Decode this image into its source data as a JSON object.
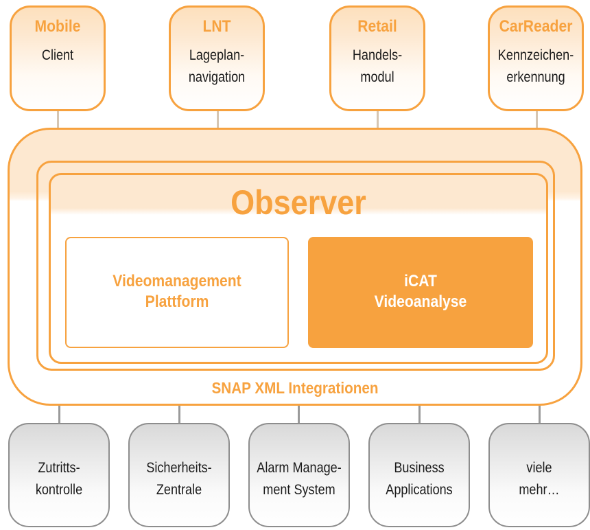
{
  "top_modules": [
    {
      "title": "Mobile",
      "line1": "Client",
      "line2": ""
    },
    {
      "title": "LNT",
      "line1": "Lageplan-",
      "line2": "navigation"
    },
    {
      "title": "Retail",
      "line1": "Handels-",
      "line2": "modul"
    },
    {
      "title": "CarReader",
      "line1": "Kennzeichen-",
      "line2": "erkennung"
    }
  ],
  "core": {
    "title": "Observer",
    "videomanagement": {
      "line1": "Videomanagement",
      "line2": "Plattform"
    },
    "icat": {
      "line1": "iCAT",
      "line2": "Videoanalyse"
    },
    "integration_label": "SNAP XML Integrationen"
  },
  "bottom_modules": [
    {
      "line1": "Zutritts-",
      "line2": "kontrolle"
    },
    {
      "line1": "Sicherheits-",
      "line2": "Zentrale"
    },
    {
      "line1": "Alarm Manage-",
      "line2": "ment System"
    },
    {
      "line1": "Business",
      "line2": "Applications"
    },
    {
      "line1": "viele",
      "line2": "mehr…"
    }
  ],
  "colors": {
    "accent": "#f7a23f",
    "accent_light": "#fde8d0",
    "gray_border": "#8d8d8d",
    "text": "#1a1a1a"
  }
}
